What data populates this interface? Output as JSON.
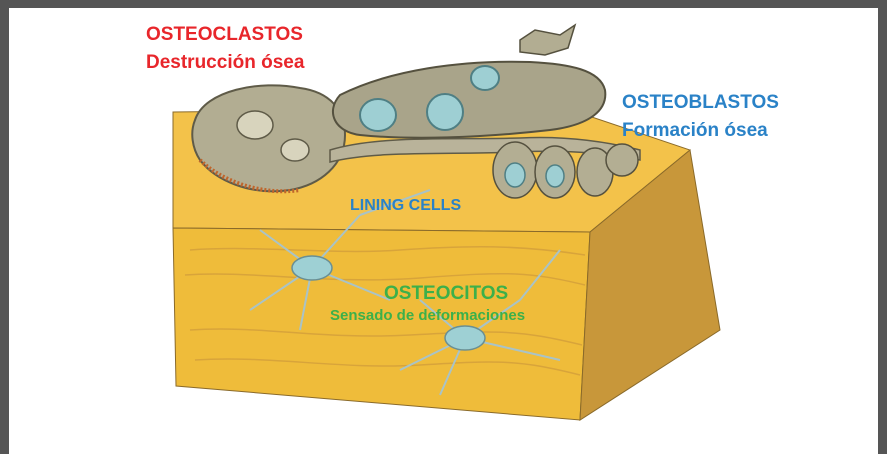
{
  "labels": {
    "osteoclastos": {
      "title": "OSTEOCLASTOS",
      "subtitle": "Destrucción ósea"
    },
    "osteoblastos": {
      "title": "OSTEOBLASTOS",
      "subtitle": "Formación ósea"
    },
    "lining_cells": {
      "title": "LINING CELLS"
    },
    "osteocitos": {
      "title": "OSTEOCITOS",
      "subtitle": "Sensado de deformaciones"
    }
  },
  "colors": {
    "osteoclastos": "#e8262b",
    "osteoblastos": "#2a82c7",
    "lining_cells": "#2a82c7",
    "osteocitos": "#3cb04a",
    "bone_top": "#f3c24a",
    "bone_front": "#efbc3a",
    "bone_side": "#c8973a",
    "cells": "#b9b39a",
    "frame": "#555555"
  }
}
